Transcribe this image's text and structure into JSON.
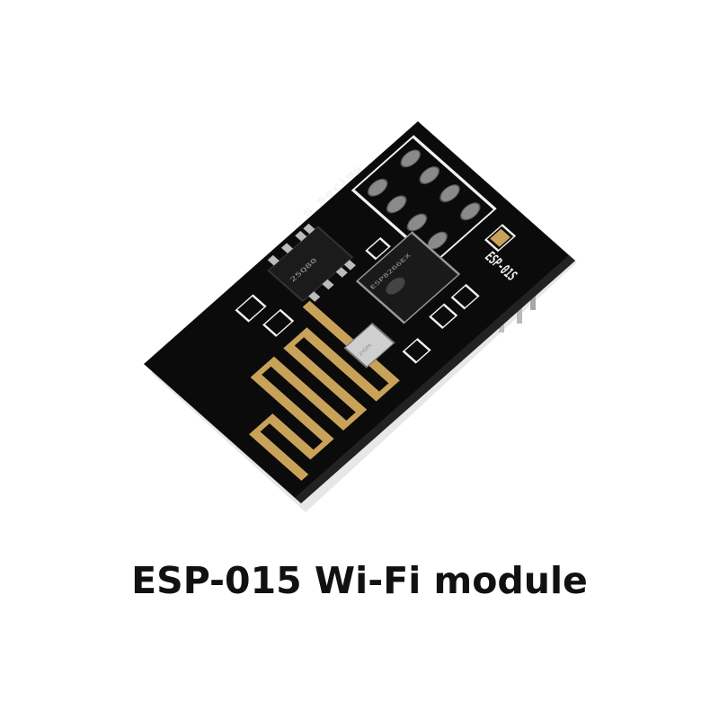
{
  "caption": "ESP-015 Wi-Fi module",
  "board": {
    "series_label": "S Series",
    "model_label": "ESP-01S",
    "flash_chip_label": "25Q80",
    "soc_label": "ESP8266EX",
    "crystal_label": "26M"
  },
  "colors": {
    "pcb": "#0b0b0b",
    "antenna": "#c9a25a",
    "silkscreen": "#f2f2f2",
    "caption": "#111111"
  }
}
